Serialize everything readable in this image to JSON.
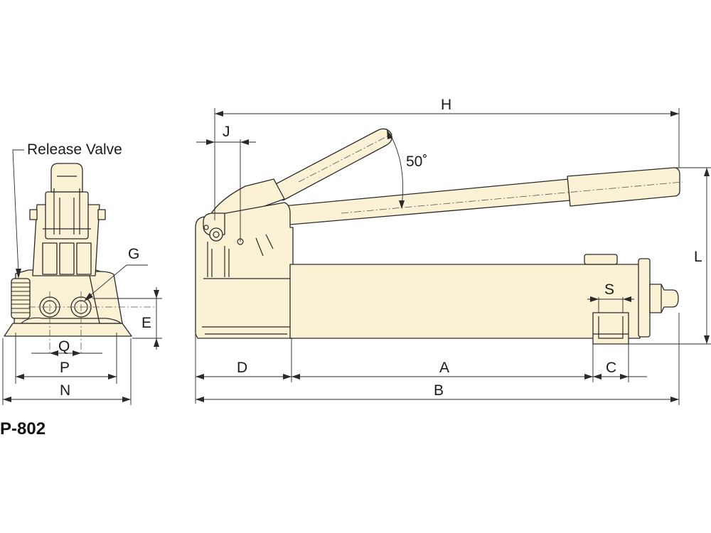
{
  "model": "P-802",
  "callouts": {
    "release_valve": "Release Valve",
    "angle": "50˚"
  },
  "dimensions": {
    "H": "H",
    "J": "J",
    "L": "L",
    "S": "S",
    "D": "D",
    "A": "A",
    "C": "C",
    "B": "B",
    "G": "G",
    "E": "E",
    "Q": "Q",
    "P": "P",
    "N": "N"
  },
  "colors": {
    "body": "#fbf1d4",
    "outline": "#2a2a2a",
    "background": "#ffffff"
  }
}
